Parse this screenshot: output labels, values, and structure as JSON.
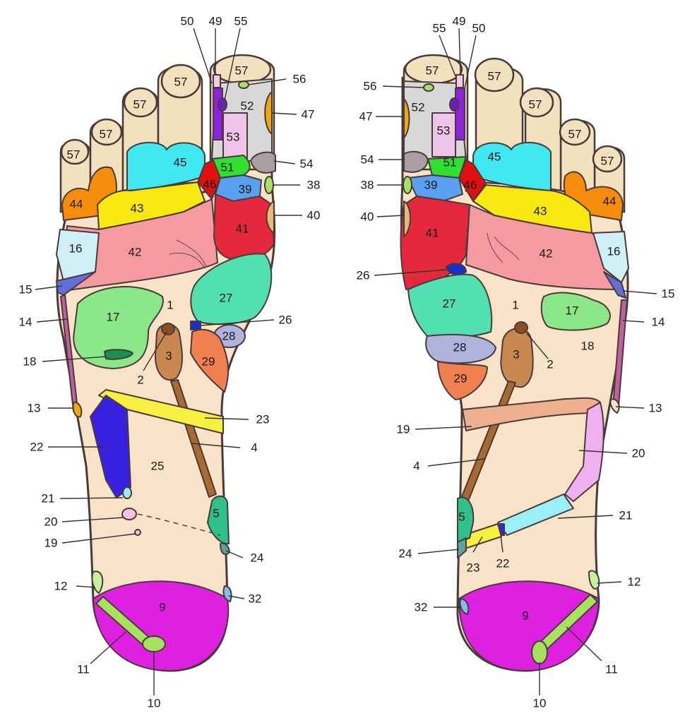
{
  "colors": {
    "skin": "#f8e2c8",
    "toe": "#f1e2bd",
    "outline": "#4a3a3a",
    "heel_magenta": "#e020e0",
    "lime": "#a8e060",
    "pink_salmon": "#f49aa0",
    "red": "#e6283c",
    "cyan": "#40e8f0",
    "yellow": "#f8e810",
    "orange": "#f78c0c",
    "mint": "#52e0b0",
    "green_light": "#8ae888",
    "brown": "#b8743c",
    "blue_dark": "#3820e0",
    "lavender": "#b0b4dc",
    "grey": "#d8d8d8"
  },
  "labels": {
    "left": [
      {
        "id": "l1",
        "text": "1"
      },
      {
        "id": "l2",
        "text": "2"
      },
      {
        "id": "l3",
        "text": "3"
      },
      {
        "id": "l4",
        "text": "4"
      },
      {
        "id": "l5",
        "text": "5"
      },
      {
        "id": "l9",
        "text": "9"
      },
      {
        "id": "l10",
        "text": "10"
      },
      {
        "id": "l11",
        "text": "11"
      },
      {
        "id": "l12",
        "text": "12"
      },
      {
        "id": "l13",
        "text": "13"
      },
      {
        "id": "l14",
        "text": "14"
      },
      {
        "id": "l15",
        "text": "15"
      },
      {
        "id": "l16",
        "text": "16"
      },
      {
        "id": "l17",
        "text": "17"
      },
      {
        "id": "l18",
        "text": "18"
      },
      {
        "id": "l19",
        "text": "19"
      },
      {
        "id": "l20",
        "text": "20"
      },
      {
        "id": "l21",
        "text": "21"
      },
      {
        "id": "l22",
        "text": "22"
      },
      {
        "id": "l23",
        "text": "23"
      },
      {
        "id": "l24",
        "text": "24"
      },
      {
        "id": "l25",
        "text": "25"
      },
      {
        "id": "l26",
        "text": "26"
      },
      {
        "id": "l27",
        "text": "27"
      },
      {
        "id": "l28",
        "text": "28"
      },
      {
        "id": "l29",
        "text": "29"
      },
      {
        "id": "l32",
        "text": "32"
      },
      {
        "id": "l38",
        "text": "38"
      },
      {
        "id": "l39",
        "text": "39"
      },
      {
        "id": "l40",
        "text": "40"
      },
      {
        "id": "l41",
        "text": "41"
      },
      {
        "id": "l42",
        "text": "42"
      },
      {
        "id": "l43",
        "text": "43"
      },
      {
        "id": "l44",
        "text": "44"
      },
      {
        "id": "l45",
        "text": "45"
      },
      {
        "id": "l46",
        "text": "46"
      },
      {
        "id": "l47",
        "text": "47"
      },
      {
        "id": "l49",
        "text": "49"
      },
      {
        "id": "l50",
        "text": "50"
      },
      {
        "id": "l51",
        "text": "51"
      },
      {
        "id": "l52",
        "text": "52"
      },
      {
        "id": "l53",
        "text": "53"
      },
      {
        "id": "l54",
        "text": "54"
      },
      {
        "id": "l55",
        "text": "55"
      },
      {
        "id": "l56",
        "text": "56"
      },
      {
        "id": "l57a",
        "text": "57"
      },
      {
        "id": "l57b",
        "text": "57"
      },
      {
        "id": "l57c",
        "text": "57"
      },
      {
        "id": "l57d",
        "text": "57"
      },
      {
        "id": "l57e",
        "text": "57"
      }
    ],
    "right": [
      {
        "id": "r1",
        "text": "1"
      },
      {
        "id": "r2",
        "text": "2"
      },
      {
        "id": "r3",
        "text": "3"
      },
      {
        "id": "r4",
        "text": "4"
      },
      {
        "id": "r5",
        "text": "5"
      },
      {
        "id": "r9",
        "text": "9"
      },
      {
        "id": "r10",
        "text": "10"
      },
      {
        "id": "r11",
        "text": "11"
      },
      {
        "id": "r12",
        "text": "12"
      },
      {
        "id": "r13",
        "text": "13"
      },
      {
        "id": "r14",
        "text": "14"
      },
      {
        "id": "r15",
        "text": "15"
      },
      {
        "id": "r16",
        "text": "16"
      },
      {
        "id": "r17",
        "text": "17"
      },
      {
        "id": "r18",
        "text": "18"
      },
      {
        "id": "r19",
        "text": "19"
      },
      {
        "id": "r20",
        "text": "20"
      },
      {
        "id": "r21",
        "text": "21"
      },
      {
        "id": "r22",
        "text": "22"
      },
      {
        "id": "r23",
        "text": "23"
      },
      {
        "id": "r24",
        "text": "24"
      },
      {
        "id": "r26",
        "text": "26"
      },
      {
        "id": "r27",
        "text": "27"
      },
      {
        "id": "r28",
        "text": "28"
      },
      {
        "id": "r29",
        "text": "29"
      },
      {
        "id": "r32",
        "text": "32"
      },
      {
        "id": "r38",
        "text": "38"
      },
      {
        "id": "r39",
        "text": "39"
      },
      {
        "id": "r40",
        "text": "40"
      },
      {
        "id": "r41",
        "text": "41"
      },
      {
        "id": "r42",
        "text": "42"
      },
      {
        "id": "r43",
        "text": "43"
      },
      {
        "id": "r44",
        "text": "44"
      },
      {
        "id": "r45",
        "text": "45"
      },
      {
        "id": "r46",
        "text": "46"
      },
      {
        "id": "r47",
        "text": "47"
      },
      {
        "id": "r49",
        "text": "49"
      },
      {
        "id": "r50",
        "text": "50"
      },
      {
        "id": "r51",
        "text": "51"
      },
      {
        "id": "r52",
        "text": "52"
      },
      {
        "id": "r53",
        "text": "53"
      },
      {
        "id": "r54",
        "text": "54"
      },
      {
        "id": "r55",
        "text": "55"
      },
      {
        "id": "r56",
        "text": "56"
      },
      {
        "id": "r57a",
        "text": "57"
      },
      {
        "id": "r57b",
        "text": "57"
      },
      {
        "id": "r57c",
        "text": "57"
      },
      {
        "id": "r57d",
        "text": "57"
      },
      {
        "id": "r57e",
        "text": "57"
      }
    ]
  }
}
